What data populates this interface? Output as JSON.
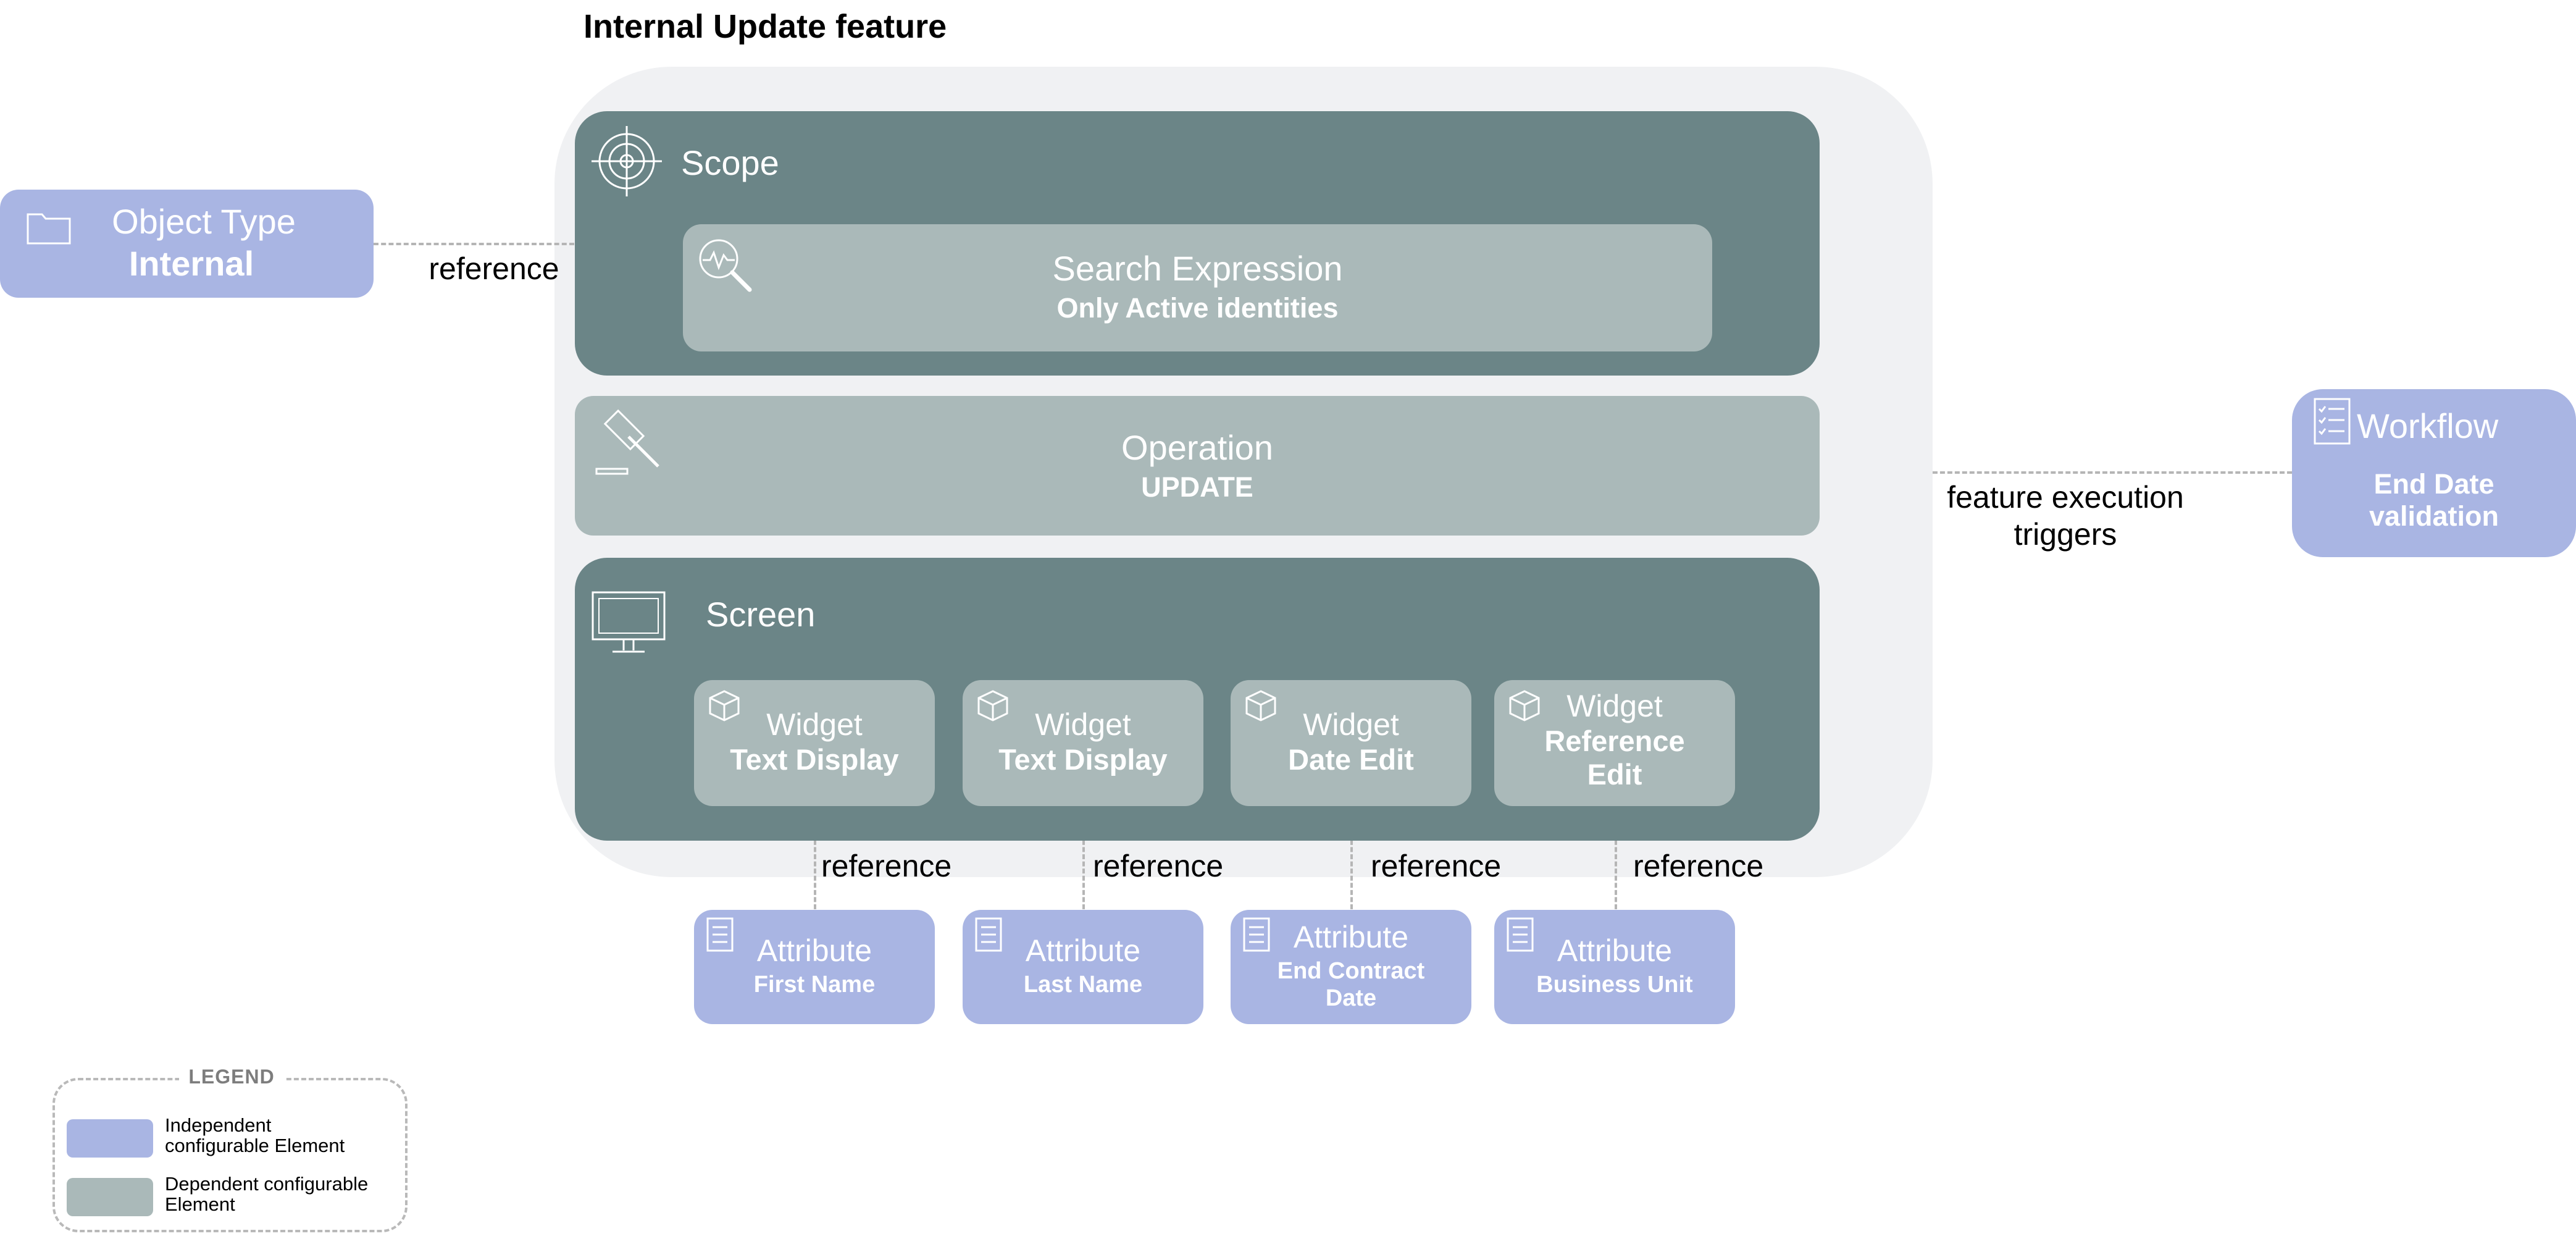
{
  "title": "Internal Update feature",
  "colors": {
    "independent": "#a9b5e3",
    "dependent_light": "#aab9b9",
    "dependent_dark": "#6b8587",
    "feature_bg": "#f0f1f3"
  },
  "object_type": {
    "label": "Object Type",
    "value": "Internal",
    "icon": "folder-icon"
  },
  "scope": {
    "label": "Scope",
    "icon": "target-icon",
    "search": {
      "label": "Search Expression",
      "value": "Only Active identities",
      "icon": "search-chart-icon"
    }
  },
  "operation": {
    "label": "Operation",
    "value": "UPDATE",
    "icon": "gavel-icon"
  },
  "screen": {
    "label": "Screen",
    "icon": "monitor-icon",
    "widgets": [
      {
        "label": "Widget",
        "value": "Text Display"
      },
      {
        "label": "Widget",
        "value": "Text Display"
      },
      {
        "label": "Widget",
        "value": "Date Edit"
      },
      {
        "label": "Widget",
        "value": "Reference Edit"
      }
    ]
  },
  "attributes": [
    {
      "label": "Attribute",
      "value": "First Name"
    },
    {
      "label": "Attribute",
      "value": "Last Name"
    },
    {
      "label": "Attribute",
      "value": "End Contract Date"
    },
    {
      "label": "Attribute",
      "value": "Business Unit"
    }
  ],
  "workflow": {
    "label": "Workflow",
    "value": "End Date validation",
    "icon": "checklist-icon"
  },
  "connectors": {
    "object_reference": "reference",
    "workflow_trigger": "feature execution triggers",
    "attribute_references": [
      "reference",
      "reference",
      "reference",
      "reference"
    ]
  },
  "legend": {
    "title": "LEGEND",
    "items": [
      {
        "label": "Independent configurable Element",
        "color": "#a9b5e3"
      },
      {
        "label": "Dependent configurable Element",
        "color": "#aab9b9"
      }
    ]
  }
}
